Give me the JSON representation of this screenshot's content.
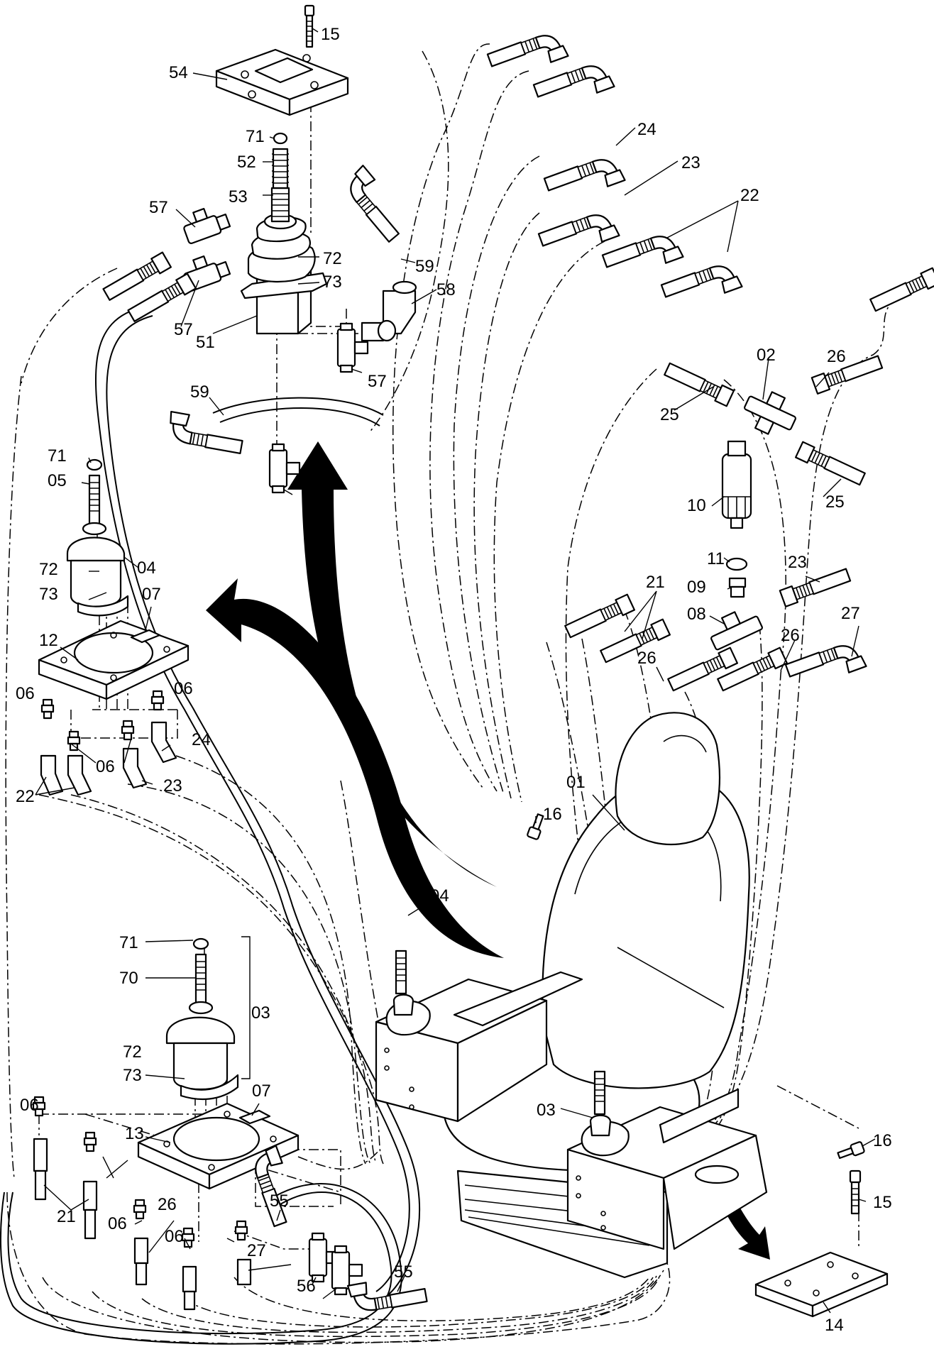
{
  "labels": [
    {
      "id": "l15a",
      "text": "15"
    },
    {
      "id": "l54",
      "text": "54"
    },
    {
      "id": "l71a",
      "text": "71"
    },
    {
      "id": "l52",
      "text": "52"
    },
    {
      "id": "l53",
      "text": "53"
    },
    {
      "id": "l57a",
      "text": "57"
    },
    {
      "id": "l57b",
      "text": "57"
    },
    {
      "id": "l51",
      "text": "51"
    },
    {
      "id": "l72a",
      "text": "72"
    },
    {
      "id": "l73a",
      "text": "73"
    },
    {
      "id": "l59a",
      "text": "59"
    },
    {
      "id": "l58",
      "text": "58"
    },
    {
      "id": "l57c",
      "text": "57"
    },
    {
      "id": "l59b",
      "text": "59"
    },
    {
      "id": "l57d",
      "text": "57"
    },
    {
      "id": "l24a",
      "text": "24"
    },
    {
      "id": "l23a",
      "text": "23"
    },
    {
      "id": "l22a",
      "text": "22"
    },
    {
      "id": "l02",
      "text": "02"
    },
    {
      "id": "l26a",
      "text": "26"
    },
    {
      "id": "l25a",
      "text": "25"
    },
    {
      "id": "l25b",
      "text": "25"
    },
    {
      "id": "l10",
      "text": "10"
    },
    {
      "id": "l11",
      "text": "11"
    },
    {
      "id": "l23b",
      "text": "23"
    },
    {
      "id": "l09",
      "text": "09"
    },
    {
      "id": "l21a",
      "text": "21"
    },
    {
      "id": "l08",
      "text": "08"
    },
    {
      "id": "l27a",
      "text": "27"
    },
    {
      "id": "l26b",
      "text": "26"
    },
    {
      "id": "l26c",
      "text": "26"
    },
    {
      "id": "l71b",
      "text": "71"
    },
    {
      "id": "l05",
      "text": "05"
    },
    {
      "id": "l72b",
      "text": "72"
    },
    {
      "id": "l73b",
      "text": "73"
    },
    {
      "id": "l04a",
      "text": "04"
    },
    {
      "id": "l07a",
      "text": "07"
    },
    {
      "id": "l12",
      "text": "12"
    },
    {
      "id": "l06a",
      "text": "06"
    },
    {
      "id": "l06b",
      "text": "06"
    },
    {
      "id": "l24b",
      "text": "24"
    },
    {
      "id": "l06c",
      "text": "06"
    },
    {
      "id": "l22b",
      "text": "22"
    },
    {
      "id": "l23c",
      "text": "23"
    },
    {
      "id": "l01",
      "text": "01"
    },
    {
      "id": "l16a",
      "text": "16"
    },
    {
      "id": "l71c",
      "text": "71"
    },
    {
      "id": "l70",
      "text": "70"
    },
    {
      "id": "l03a",
      "text": "03"
    },
    {
      "id": "l04b",
      "text": "04"
    },
    {
      "id": "l72c",
      "text": "72"
    },
    {
      "id": "l73c",
      "text": "73"
    },
    {
      "id": "l07b",
      "text": "07"
    },
    {
      "id": "l03b",
      "text": "03"
    },
    {
      "id": "l06d",
      "text": "06"
    },
    {
      "id": "l13",
      "text": "13"
    },
    {
      "id": "l16b",
      "text": "16"
    },
    {
      "id": "l15b",
      "text": "15"
    },
    {
      "id": "l55a",
      "text": "55"
    },
    {
      "id": "l21b",
      "text": "21"
    },
    {
      "id": "l06e",
      "text": "06"
    },
    {
      "id": "l26d",
      "text": "26"
    },
    {
      "id": "l06f",
      "text": "06"
    },
    {
      "id": "l27b",
      "text": "27"
    },
    {
      "id": "l56",
      "text": "56"
    },
    {
      "id": "l55b",
      "text": "55"
    },
    {
      "id": "l14",
      "text": "14"
    }
  ]
}
